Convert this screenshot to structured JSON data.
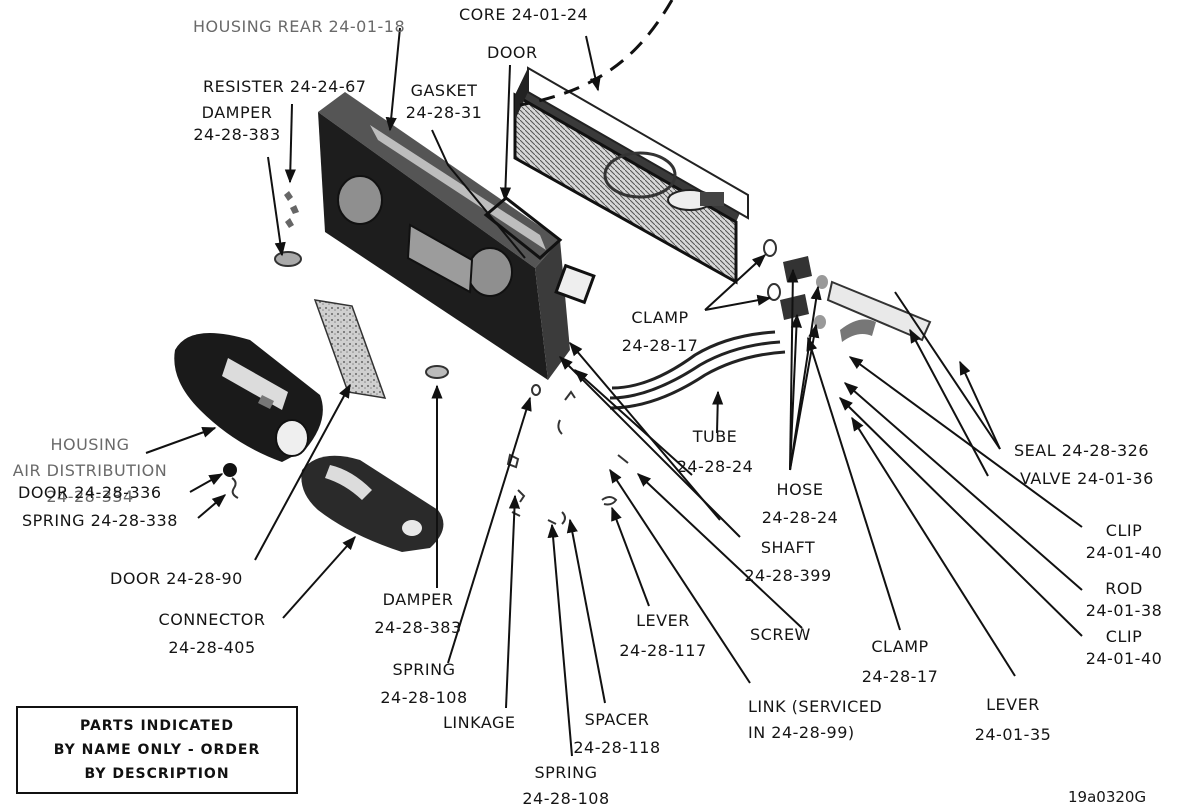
{
  "labels": {
    "housing_rear": "HOUSING REAR 24-01-18",
    "core": "CORE 24-01-24",
    "door_top": "DOOR",
    "resister": "RESISTER 24-24-67",
    "damper_top": "DAMPER",
    "damper_top_num": "24-28-383",
    "gasket": "GASKET",
    "gasket_num": "24-28-31",
    "clamp_right": "CLAMP",
    "clamp_right_num": "24-28-17",
    "housing_air": "HOUSING",
    "housing_air_2": "AIR DISTRIBUTION",
    "housing_air_num": "24-28-334",
    "door_336": "DOOR 24-28-336",
    "spring_338": "SPRING 24-28-338",
    "door_90": "DOOR 24-28-90",
    "connector": "CONNECTOR",
    "connector_num": "24-28-405",
    "damper_mid": "DAMPER",
    "damper_mid_num": "24-28-383",
    "spring_left": "SPRING",
    "spring_left_num": "24-28-108",
    "linkage": "LINKAGE",
    "spring_bottom": "SPRING",
    "spring_bottom_num": "24-28-108",
    "spacer": "SPACER",
    "spacer_num": "24-28-118",
    "lever_117": "LEVER",
    "lever_117_num": "24-28-117",
    "screw": "SCREW",
    "tube": "TUBE",
    "tube_num": "24-28-24",
    "hose": "HOSE",
    "hose_num": "24-28-24",
    "shaft": "SHAFT",
    "shaft_num": "24-28-399",
    "link": "LINK (SERVICED",
    "link_2": "IN 24-28-99)",
    "clamp_bottom": "CLAMP",
    "clamp_bottom_num": "24-28-17",
    "lever_35": "LEVER",
    "lever_35_num": "24-01-35",
    "seal": "SEAL 24-28-326",
    "valve": "VALVE 24-01-36",
    "clip_top": "CLIP",
    "clip_top_num": "24-01-40",
    "rod": "ROD",
    "rod_num": "24-01-38",
    "clip_bottom": "CLIP",
    "clip_bottom_num": "24-01-40"
  },
  "notice": {
    "line1": "PARTS INDICATED",
    "line2": "BY NAME ONLY - ORDER",
    "line3": "BY DESCRIPTION"
  },
  "drawing_number": "19a0320G",
  "colors": {
    "ink": "#111111",
    "shade": "#2a2a2a",
    "mid": "#8a8a8a",
    "paper": "#ffffff"
  }
}
